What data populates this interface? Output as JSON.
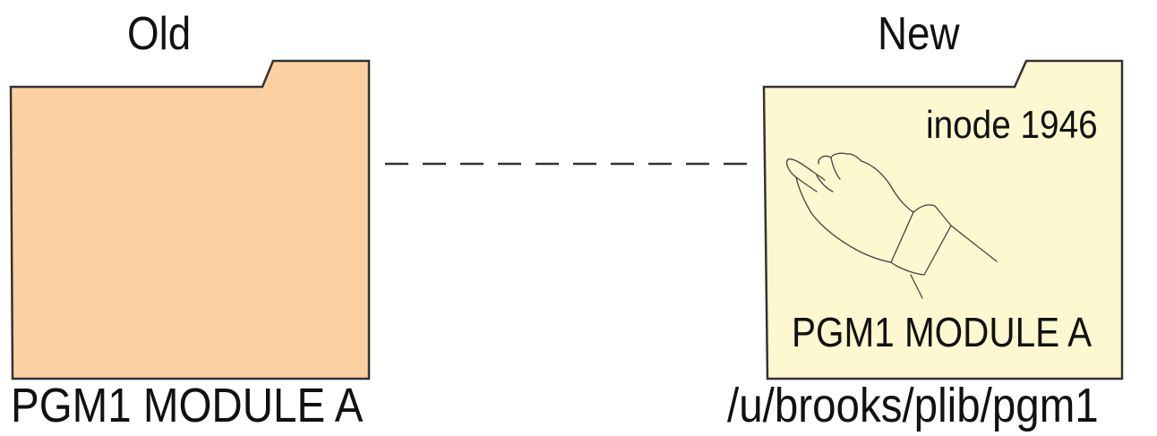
{
  "old": {
    "title": "Old",
    "caption": "PGM1 MODULE A",
    "folder_color": "#FDD0A2"
  },
  "new": {
    "title": "New",
    "inode": "inode 1946",
    "content_label": "PGM1 MODULE A",
    "path": "/u/brooks/plib/pgm1",
    "folder_color": "#FDF8CF"
  },
  "icons": {
    "hand": "pointing-hand-icon"
  }
}
